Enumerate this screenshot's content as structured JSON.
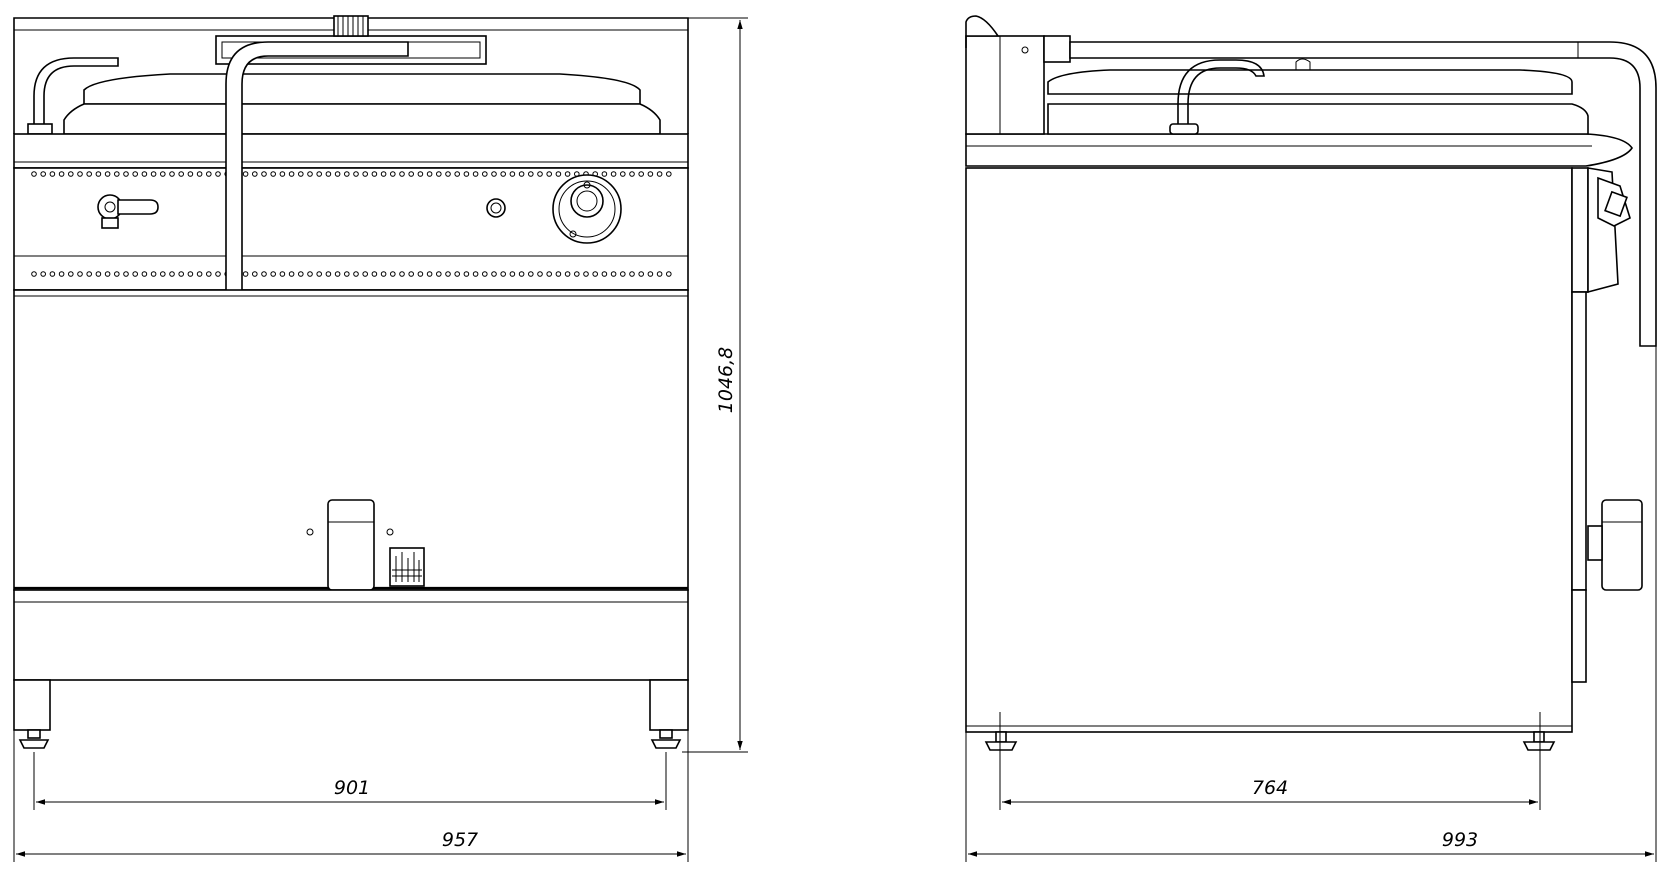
{
  "dimensions": {
    "front_width_outer": "957",
    "front_width_feet": "901",
    "front_height": "1046,8",
    "side_depth_feet": "764",
    "side_depth_outer": "993"
  }
}
